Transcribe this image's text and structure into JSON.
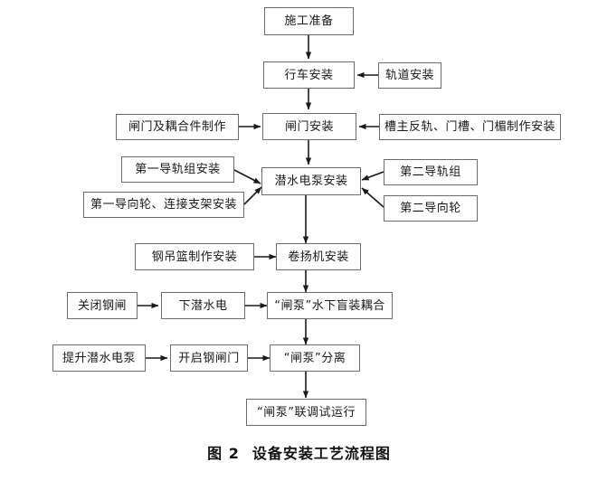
{
  "figure": {
    "caption_label": "图 2",
    "caption_title": "设备安装工艺流程图",
    "type": "process-flowchart",
    "language": "zh-CN",
    "colors": {
      "box_border": "#6b6b6b",
      "box_fill": "#ffffff",
      "arrow": "#1a1a1a",
      "text": "#1a1a1a",
      "background": "#ffffff"
    }
  },
  "nodes": {
    "n01": {
      "label": "施工准备"
    },
    "n02": {
      "label": "行车安装"
    },
    "n03": {
      "label": "轨道安装"
    },
    "n04": {
      "label": "闸门及耦合件制作"
    },
    "n05": {
      "label": "闸门安装"
    },
    "n06": {
      "label": "槽主反轨、门槽、门楣制作安装"
    },
    "n07": {
      "label": "第一导轨组安装"
    },
    "n08": {
      "label": "潜水电泵安装"
    },
    "n09": {
      "label": "第二导轨组"
    },
    "n10": {
      "label": "第一导向轮、连接支架安装"
    },
    "n11": {
      "label": "第二导向轮"
    },
    "n12": {
      "label": "钢吊篮制作安装"
    },
    "n13": {
      "label": "卷扬机安装"
    },
    "n14": {
      "label": "关闭钢闸"
    },
    "n15": {
      "label": "下潜水电"
    },
    "n16": {
      "label": "“闸泵”水下盲装耦合"
    },
    "n17": {
      "label": "提升潜水电泵"
    },
    "n18": {
      "label": "开启钢闸门"
    },
    "n19": {
      "label": "“闸泵”分离"
    },
    "n20": {
      "label": "“闸泵”联调试运行"
    }
  },
  "edges": [
    {
      "from": "施工准备",
      "to": "行车安装",
      "direction": "down"
    },
    {
      "from": "轨道安装",
      "to": "行车安装",
      "direction": "left"
    },
    {
      "from": "行车安装",
      "to": "闸门安装",
      "direction": "down"
    },
    {
      "from": "闸门及耦合件制作",
      "to": "闸门安装",
      "direction": "right"
    },
    {
      "from": "槽主反轨、门槽、门楣制作安装",
      "to": "闸门安装",
      "direction": "left"
    },
    {
      "from": "闸门安装",
      "to": "潜水电泵安装",
      "direction": "down"
    },
    {
      "from": "第一导轨组安装",
      "to": "潜水电泵安装",
      "direction": "diagonal-down-right"
    },
    {
      "from": "第一导向轮、连接支架安装",
      "to": "潜水电泵安装",
      "direction": "diagonal-up-right"
    },
    {
      "from": "第二导轨组",
      "to": "潜水电泵安装",
      "direction": "diagonal-down-left"
    },
    {
      "from": "第二导向轮",
      "to": "潜水电泵安装",
      "direction": "diagonal-up-left"
    },
    {
      "from": "潜水电泵安装",
      "to": "卷扬机安装",
      "direction": "down"
    },
    {
      "from": "钢吊篮制作安装",
      "to": "卷扬机安装",
      "direction": "right"
    },
    {
      "from": "卷扬机安装",
      "to": "“闸泵”水下盲装耦合",
      "direction": "down"
    },
    {
      "from": "关闭钢闸",
      "to": "下潜水电",
      "direction": "right"
    },
    {
      "from": "下潜水电",
      "to": "“闸泵”水下盲装耦合",
      "direction": "right"
    },
    {
      "from": "“闸泵”水下盲装耦合",
      "to": "“闸泵”分离",
      "direction": "down"
    },
    {
      "from": "提升潜水电泵",
      "to": "开启钢闸门",
      "direction": "right"
    },
    {
      "from": "开启钢闸门",
      "to": "“闸泵”分离",
      "direction": "right"
    },
    {
      "from": "“闸泵”分离",
      "to": "“闸泵”联调试运行",
      "direction": "down"
    }
  ]
}
